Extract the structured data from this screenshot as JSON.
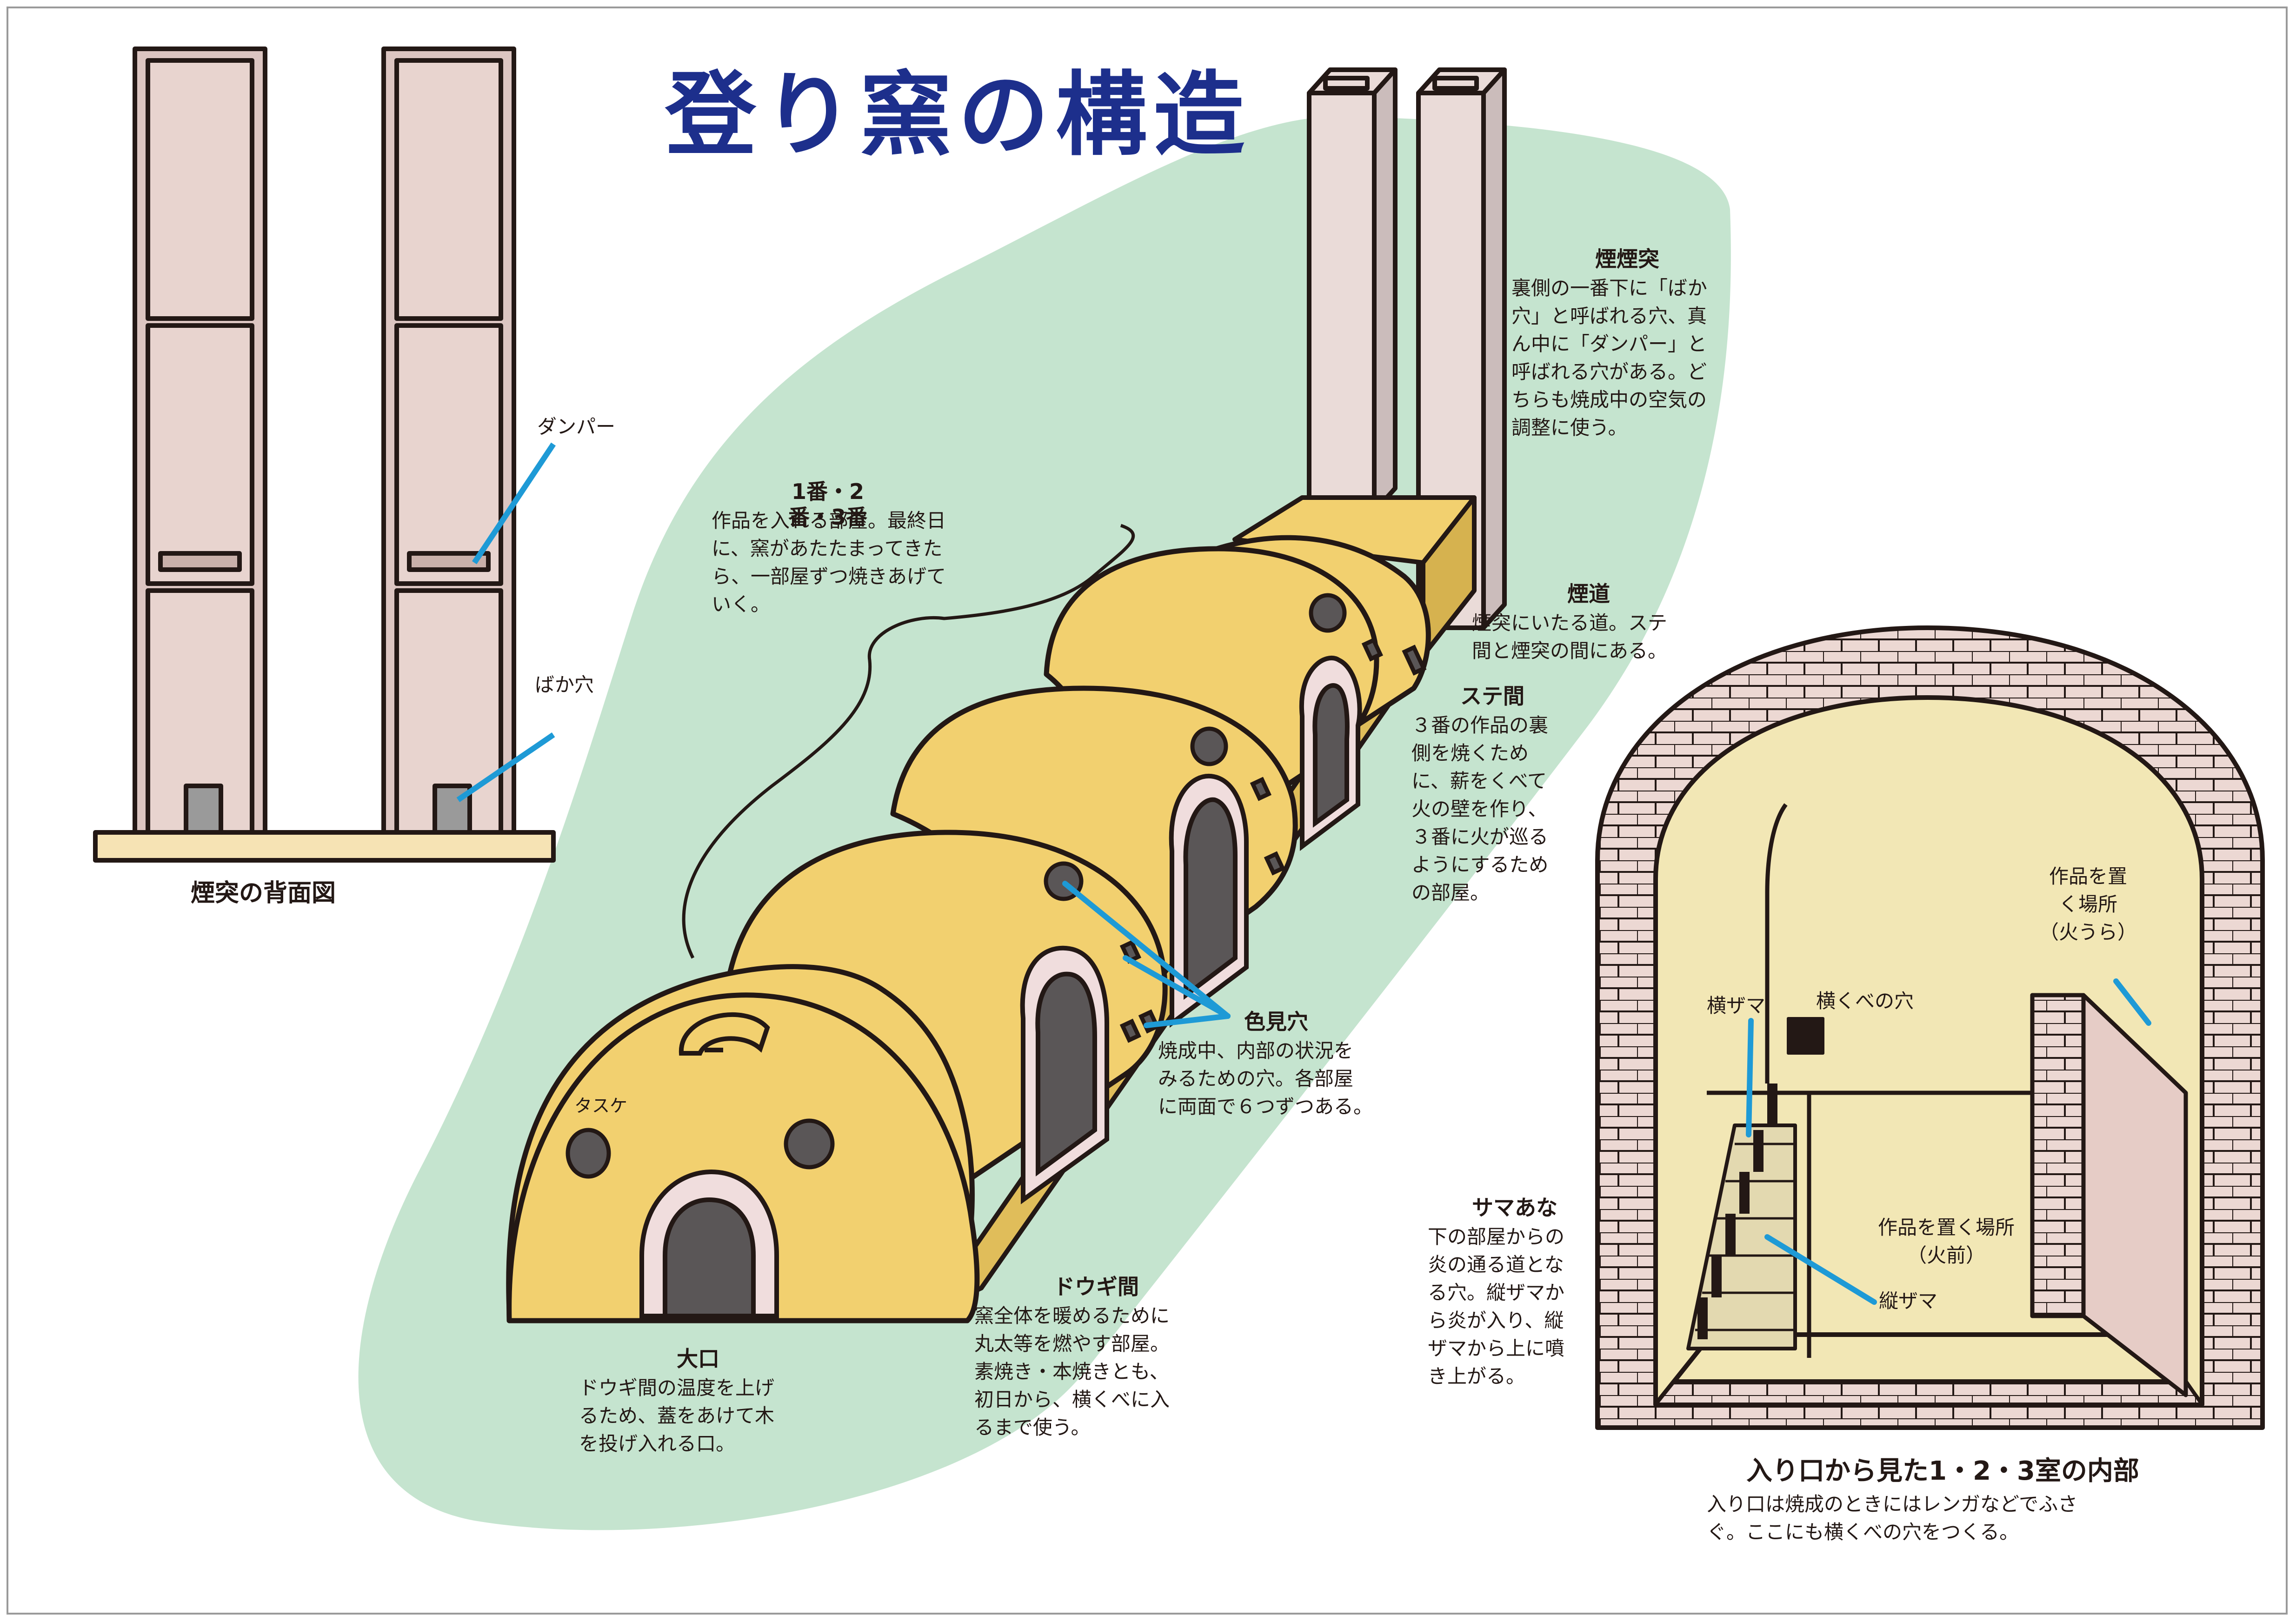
{
  "title": "登り窯の構造",
  "chimney_back": {
    "caption": "煙突の背面図",
    "damper_label": "ダンパー",
    "bakaana_label": "ばか穴"
  },
  "sections": {
    "chimney": {
      "heading": "煙煙突",
      "body": "裏側の一番下に「ばか\n穴」と呼ばれる穴、真\nん中に「ダンパー」と\n呼ばれる穴がある。ど\nちらも焼成中の空気の\n調整に使う。"
    },
    "rooms": {
      "heading": "1番・2番・3番",
      "body": "作品を入れる部屋。最終日\nに、窯があたたまってきた\nら、一部屋ずつ焼きあげて\nいく。"
    },
    "flue": {
      "heading": "煙道",
      "body": "煙突にいたる道。ステ\n間と煙突の間にある。"
    },
    "sutema": {
      "heading": "ステ間",
      "body": "３番の作品の裏\n側を焼くため\nに、薪をくべて\n火の壁を作り、\n３番に火が巡る\nようにするため\nの部屋。"
    },
    "peephole": {
      "heading": "色見穴",
      "body": "焼成中、内部の状況を\nみるための穴。各部屋\nに両面で６つずつある。"
    },
    "doguma": {
      "heading": "ドウギ間",
      "body": "窯全体を暖めるために\n丸太等を燃やす部屋。\n素焼き・本焼きとも、\n初日から、横くべに入\nるまで使う。"
    },
    "ooguchi": {
      "heading": "大口",
      "body": "ドウギ間の温度を上げ\nるため、蓋をあけて木\nを投げ入れる口。"
    },
    "samaana": {
      "heading": "サマあな",
      "body": "下の部屋からの\n炎の通る道とな\nる穴。縦ザマか\nら炎が入り、縦\nザマから上に噴\nき上がる。"
    }
  },
  "kiln_labels": {
    "tasuke": "タスケ"
  },
  "interior": {
    "caption": "入り口から見た1・2・3室の内部",
    "note": "入り口は焼成のときにはレンガなどでふさ\nぐ。ここにも横くべの穴をつくる。",
    "place_back": "作品を置\nく場所\n（火うら）",
    "place_front": "作品を置く場所\n（火前）",
    "yokozama": "横ザマ",
    "yokukube_hole": "横くべの穴",
    "tatezama": "縦ザマ"
  },
  "colors": {
    "title_blue": "#1d2f8c",
    "background_green": "#c5e4cf",
    "kiln_yellow": "#f2d06f",
    "chimney_pink": "#e8d4cf",
    "leader_blue": "#1e9ad6",
    "base_cream": "#f6e3b4",
    "interior_cream": "#f2e7b5",
    "hole_gray": "#5a5657"
  }
}
